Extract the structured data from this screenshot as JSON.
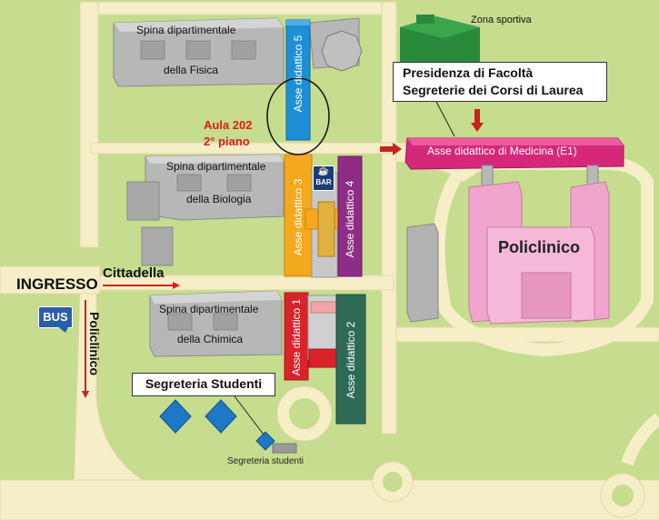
{
  "labels": {
    "zona_sportiva": "Zona sportiva",
    "presidenza_line1": "Presidenza di Facoltà",
    "presidenza_line2": "Segreterie dei Corsi di Laurea",
    "asse_medicina": "Asse didattico di Medicina (E1)",
    "policlinico_building": "Policlinico",
    "fisica_line1": "Spina dipartimentale",
    "fisica_line2": "della Fisica",
    "biologia_line1": "Spina dipartimentale",
    "biologia_line2": "della Biologia",
    "chimica_line1": "Spina dipartimentale",
    "chimica_line2": "della Chimica",
    "asse_5": "Asse didattico 5",
    "asse_3": "Asse didattico 3",
    "asse_4": "Asse didattico 4",
    "asse_1": "Asse didattico 1",
    "asse_2": "Asse didattico 2",
    "aula_line1": "Aula 202",
    "aula_line2": "2° piano",
    "bar": "BAR",
    "ingresso": "INGRESSO",
    "cittadella": "Cittadella",
    "policlinico_road": "Policlinico",
    "bus": "BUS",
    "segreteria_studenti_box": "Segreteria Studenti",
    "segreteria_studenti_small": "Segreteria studenti"
  },
  "colors": {
    "grass": "#c6dc8e",
    "road": "#f6eec7",
    "building_gray": "#b7b7b7",
    "asse5_blue": "#1e8fd6",
    "asse3_orange": "#f4a81d",
    "asse4_purple": "#8e2d86",
    "asse1_red": "#d8232a",
    "asse2_green": "#2e6b57",
    "medicina_magenta": "#d6287a",
    "policlinico_pink": "#f0a6cc",
    "sport_green": "#2a8a3c",
    "annotation_red": "#e21a1a",
    "bus_blue": "#2a5ea8",
    "segreteria_blue": "#1e78c8"
  }
}
